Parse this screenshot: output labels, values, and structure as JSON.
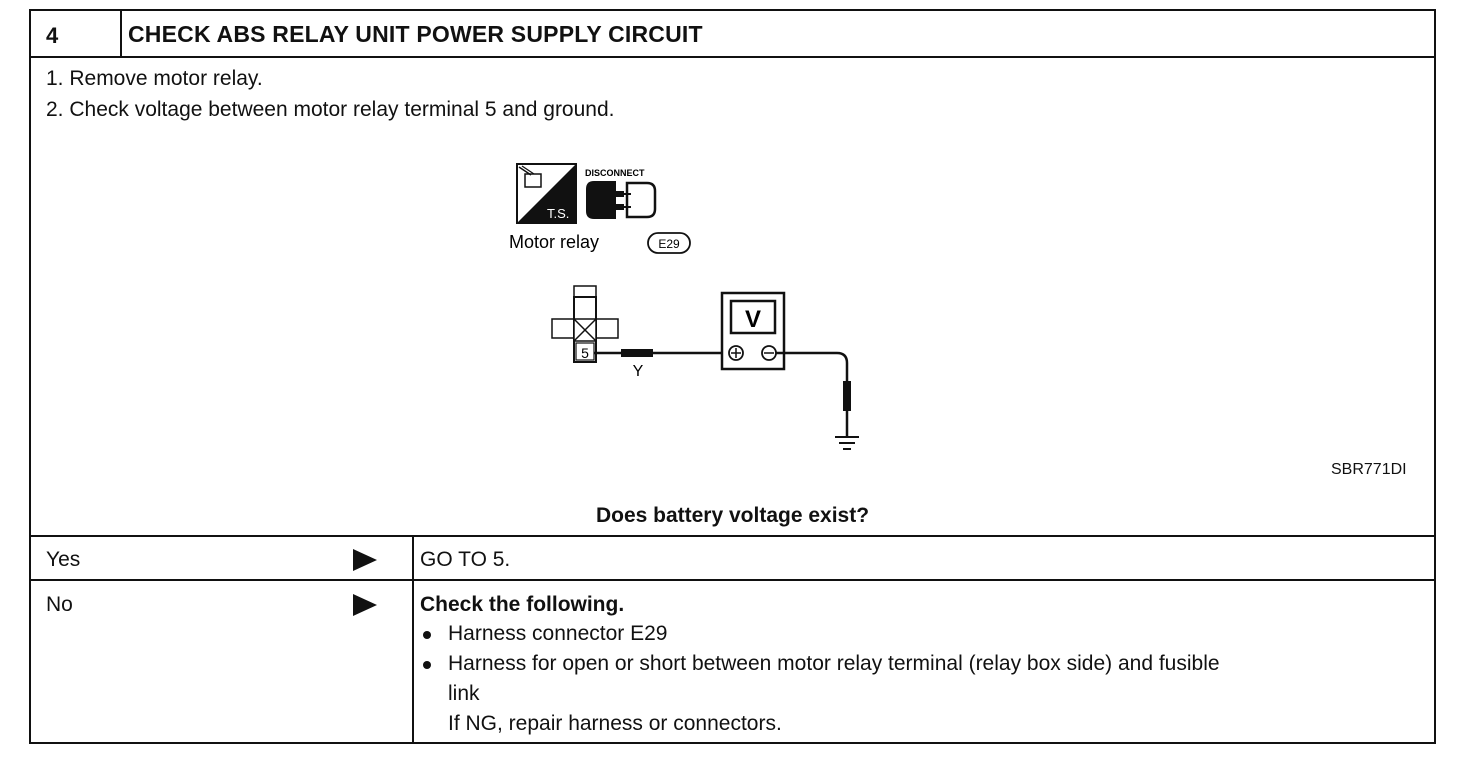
{
  "header": {
    "step_number": "4",
    "title": "CHECK ABS RELAY UNIT POWER SUPPLY CIRCUIT"
  },
  "steps": [
    "1.  Remove motor relay.",
    "2.  Check voltage between motor relay terminal 5 and ground."
  ],
  "diagram": {
    "ts_label": "T.S.",
    "disconnect_label": "DISCONNECT",
    "component_label": "Motor  relay",
    "connector_id": "E29",
    "terminal_number": "5",
    "wire_color": "Y",
    "meter_symbol": "V",
    "figure_code": "SBR771DI"
  },
  "question": "Does battery voltage exist?",
  "results": {
    "yes": {
      "label": "Yes",
      "action": "GO TO 5."
    },
    "no": {
      "label": "No",
      "heading": "Check the following.",
      "bullets": [
        "Harness connector E29",
        "Harness for open or short between motor relay terminal (relay box side) and fusible",
        "link",
        "If NG, repair harness or connectors."
      ]
    }
  }
}
